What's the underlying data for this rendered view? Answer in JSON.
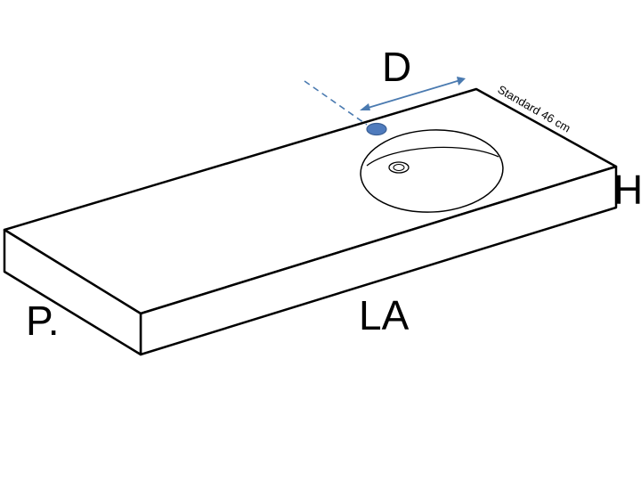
{
  "labels": {
    "depth_offset": "D",
    "standard_depth": "Standard 46 cm",
    "height": "H",
    "depth": "P.",
    "width": "LA"
  },
  "colors": {
    "outline": "#000000",
    "dimension_arrow": "#4a7ab0",
    "tap_hole": "#4f7bbd",
    "tap_hole_stroke": "#3a5f95",
    "background": "#ffffff"
  },
  "icons": {
    "tap_hole": "tap-hole-marker",
    "overflow_hole": "overflow-hole",
    "basin": "oval-basin"
  }
}
